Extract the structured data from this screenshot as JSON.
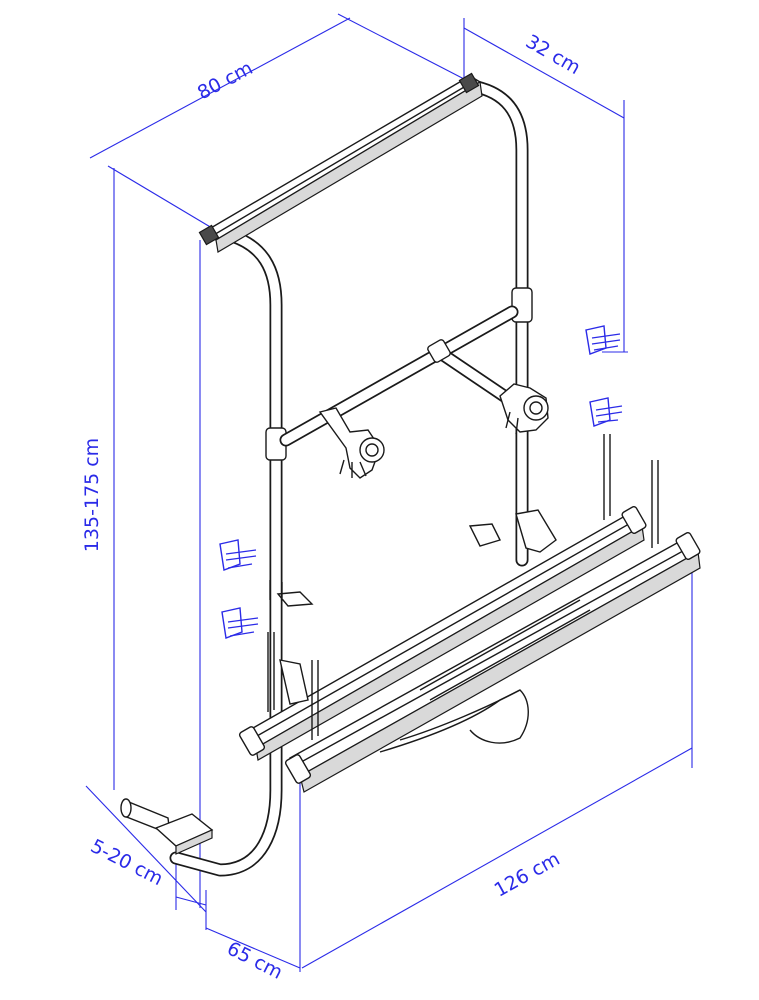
{
  "dimensions": {
    "width": "80 cm",
    "depth": "32 cm",
    "height": "135-175 cm",
    "offset": "5-20 cm",
    "base": "65 cm",
    "length": "126 cm"
  },
  "colors": {
    "dimension_lines": "#2b2be8",
    "drawing_lines": "#1a1a1a"
  }
}
